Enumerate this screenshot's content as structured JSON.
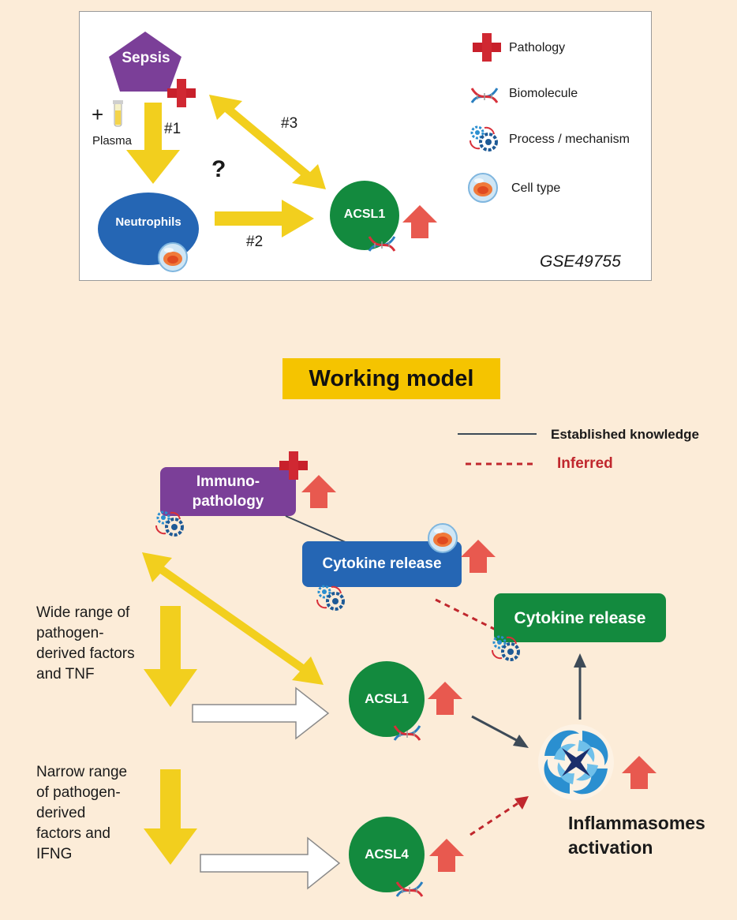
{
  "top": {
    "sepsis": "Sepsis",
    "plasma": "Plasma",
    "plus": "+",
    "question": "?",
    "neutrophils": "Neutrophils",
    "acsl1": "ACSL1",
    "arrow1": "#1",
    "arrow2": "#2",
    "arrow3": "#3",
    "dataset": "GSE49755",
    "legend": {
      "pathology": "Pathology",
      "biomolecule": "Biomolecule",
      "process": "Process / mechanism",
      "cell_type": "Cell type"
    }
  },
  "model": {
    "title": "Working model",
    "legend_established": "Established knowledge",
    "legend_inferred": "Inferred",
    "immunopathology": "Immuno-\npathology",
    "cytokine_release_blue": "Cytokine release",
    "cytokine_release_green": "Cytokine release",
    "acsl1": "ACSL1",
    "acsl4": "ACSL4",
    "wide_range": "Wide range of\npathogen-\nderived factors\nand TNF",
    "narrow_range": "Narrow range\nof pathogen-\nderived\nfactors and\nIFNG",
    "inflammasomes": "Inflammasomes\nactivation"
  },
  "colors": {
    "purple": "#7b3f98",
    "blue": "#2566b4",
    "green": "#138a3e",
    "yellow_arrow": "#f2cf1e",
    "red_arrow": "#e8594f",
    "dark_arrow": "#3d4a57",
    "inferred_red": "#c0272d",
    "background": "#fcecd8"
  }
}
